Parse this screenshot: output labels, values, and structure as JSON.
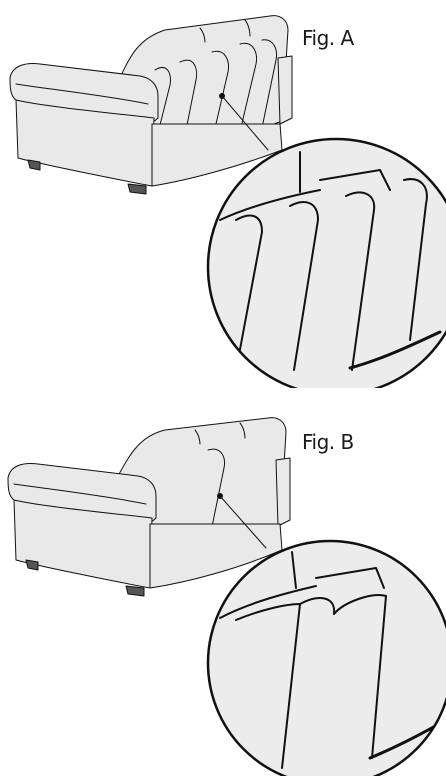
{
  "figures": [
    {
      "label": "Fig. A",
      "variant": "split-back-cushions"
    },
    {
      "label": "Fig. B",
      "variant": "joined-back-cushions"
    }
  ],
  "colors": {
    "ink": "#111111",
    "fabric": "#e9e9e9",
    "background": "#ffffff"
  }
}
